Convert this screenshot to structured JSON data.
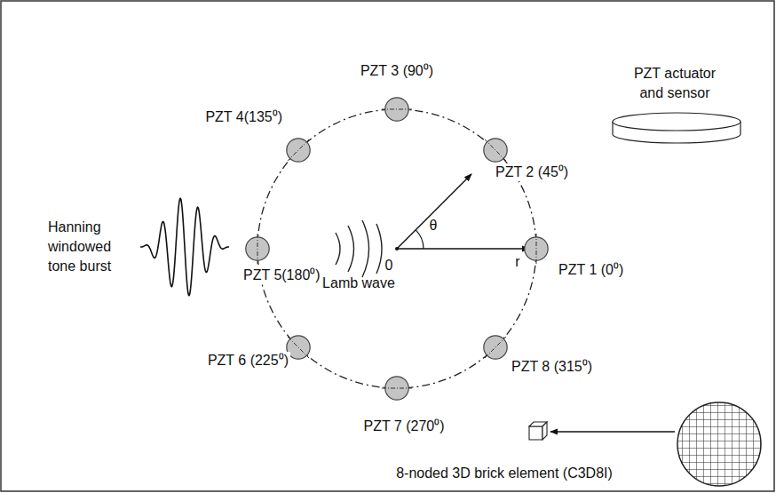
{
  "diagram": {
    "nodes": [
      {
        "text": [
          "PZT 1 (0⁰)"
        ]
      },
      {
        "text": [
          "PZT 2 (45⁰)"
        ]
      },
      {
        "text": [
          "PZT 3 (90⁰)"
        ]
      },
      {
        "text": [
          "PZT 4(135⁰)"
        ]
      },
      {
        "text": [
          "PZT 5(180⁰)"
        ]
      },
      {
        "text": [
          "PZT 6 (225⁰)"
        ]
      },
      {
        "text": [
          "PZT 7 (270⁰)"
        ]
      },
      {
        "text": [
          "PZT 8 (315⁰)"
        ]
      }
    ],
    "labels": [
      "Hanning windowed tone burst",
      "Lamb wave",
      "0",
      "θ",
      "r",
      "PZT actuator and sensor",
      "8-noded 3D brick element (C3D8I)"
    ]
  }
}
